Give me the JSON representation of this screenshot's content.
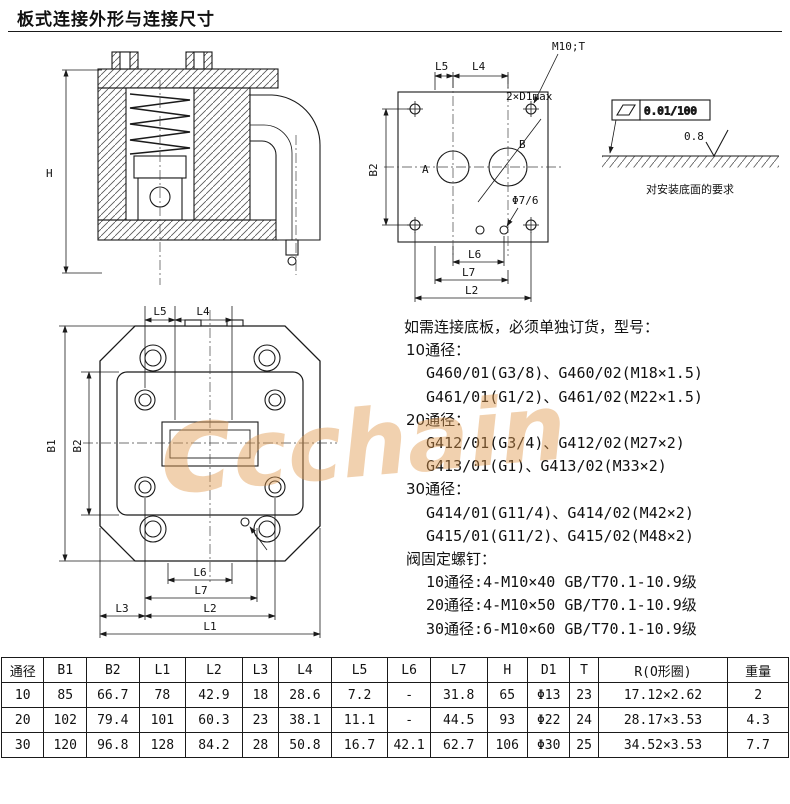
{
  "page": {
    "title": "板式连接外形与连接尺寸"
  },
  "watermark": "ccchain",
  "drawings": {
    "section": {
      "labels": {
        "h": "H"
      }
    },
    "plate": {
      "labels": {
        "l5": "L5",
        "l4": "L4",
        "m10t": "M10;T",
        "d1max": "2×D1max",
        "a": "A",
        "b": "B",
        "b2": "B2",
        "phi": "Φ7/6",
        "l6": "L6",
        "l7": "L7",
        "l2": "L2"
      }
    },
    "surface": {
      "flatness": "0.01/100",
      "roughness": "0.8",
      "caption": "对安装底面的要求"
    },
    "bottom": {
      "labels": {
        "b1": "B1",
        "b2": "B2",
        "l5": "L5",
        "l4": "L4",
        "l6": "L6",
        "l7": "L7",
        "l2": "L2",
        "l3": "L3",
        "l1": "L1"
      }
    }
  },
  "order_info": {
    "intro": "如需连接底板，必须单独订货，型号：",
    "groups": [
      {
        "heading": "10通径：",
        "lines": [
          "G460/01(G3/8)、G460/02(M18×1.5)",
          "G461/01(G1/2)、G461/02(M22×1.5)"
        ]
      },
      {
        "heading": "20通径：",
        "lines": [
          "G412/01(G3/4)、G412/02(M27×2)",
          "G413/01(G1)、G413/02(M33×2)"
        ]
      },
      {
        "heading": "30通径：",
        "lines": [
          "G414/01(G11/4)、G414/02(M42×2)",
          "G415/01(G11/2)、G415/02(M48×2)"
        ]
      }
    ],
    "screws": {
      "heading": "阀固定螺钉：",
      "lines": [
        "10通径:4-M10×40 GB/T70.1-10.9级",
        "20通径:4-M10×50 GB/T70.1-10.9级",
        "30通径:6-M10×60 GB/T70.1-10.9级"
      ]
    }
  },
  "table": {
    "headers": [
      "通径",
      "B1",
      "B2",
      "L1",
      "L2",
      "L3",
      "L4",
      "L5",
      "L6",
      "L7",
      "H",
      "D1",
      "T",
      "R(O形圈)",
      "重量"
    ],
    "rows": [
      [
        "10",
        "85",
        "66.7",
        "78",
        "42.9",
        "18",
        "28.6",
        "7.2",
        "-",
        "31.8",
        "65",
        "Φ13",
        "23",
        "17.12×2.62",
        "2"
      ],
      [
        "20",
        "102",
        "79.4",
        "101",
        "60.3",
        "23",
        "38.1",
        "11.1",
        "-",
        "44.5",
        "93",
        "Φ22",
        "24",
        "28.17×3.53",
        "4.3"
      ],
      [
        "30",
        "120",
        "96.8",
        "128",
        "84.2",
        "28",
        "50.8",
        "16.7",
        "42.1",
        "62.7",
        "106",
        "Φ30",
        "25",
        "34.52×3.53",
        "7.7"
      ]
    ]
  }
}
